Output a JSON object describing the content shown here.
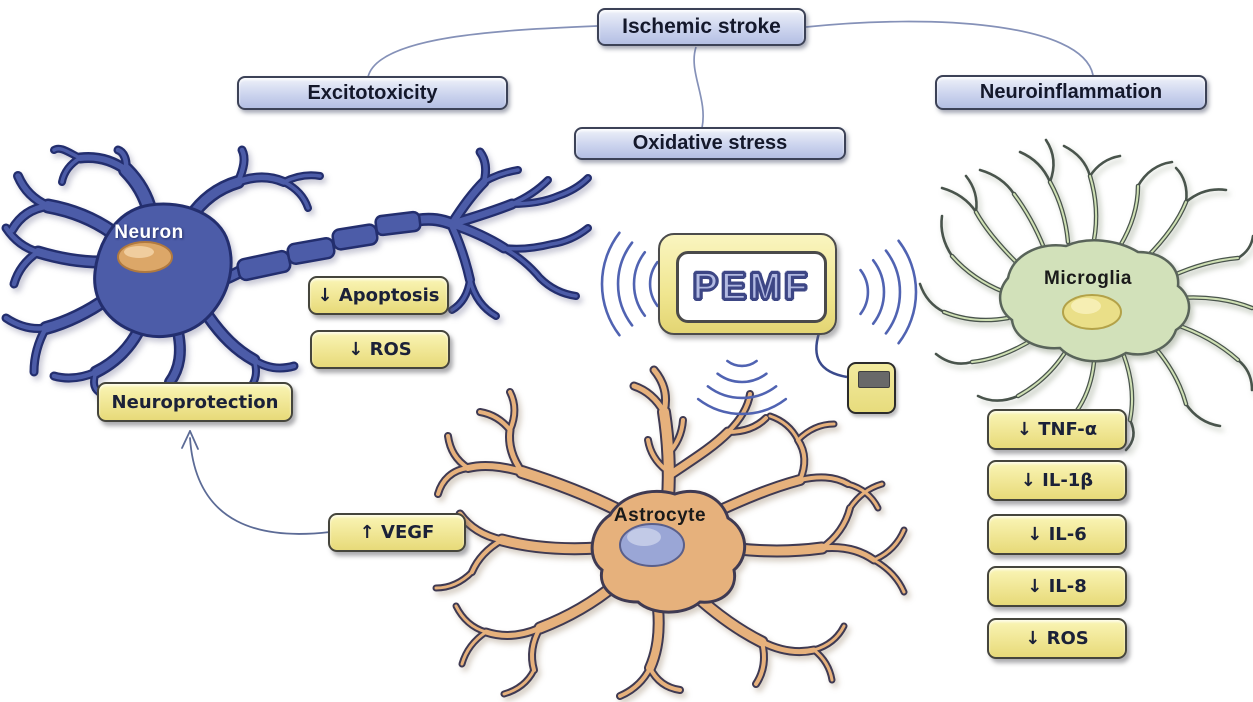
{
  "figure": {
    "condition_boxes": {
      "ischemic_stroke": "Ischemic stroke",
      "excitotoxicity": "Excitotoxicity",
      "oxidative_stress": "Oxidative stress",
      "neuroinflammation": "Neuroinflammation"
    },
    "device": {
      "label": "PEMF"
    },
    "cells": {
      "neuron": "Neuron",
      "astrocyte": "Astrocyte",
      "microglia": "Microglia"
    },
    "neuron_effects": {
      "apoptosis": "↓ Apoptosis",
      "ros": "↓ ROS",
      "outcome": "Neuroprotection"
    },
    "astrocyte_effects": {
      "vegf": "↑ VEGF"
    },
    "microglia_effects": [
      "↓ TNF-α",
      "↓ IL-1β",
      "↓ IL-6",
      "↓ IL-8",
      "↓ ROS"
    ],
    "colors": {
      "condition_box_fill": "#c9d2ec",
      "condition_box_border": "#3c4257",
      "effect_box_fill": "#f0e694",
      "effect_box_border": "#45453c",
      "neuron_body": "#4c5ca8",
      "neuron_outline": "#232e6e",
      "astrocyte_body": "#e6b17c",
      "microglia_body": "#d2e1ba",
      "signal_waves": "#5063b2",
      "connector_lines": "#8591b8"
    }
  }
}
